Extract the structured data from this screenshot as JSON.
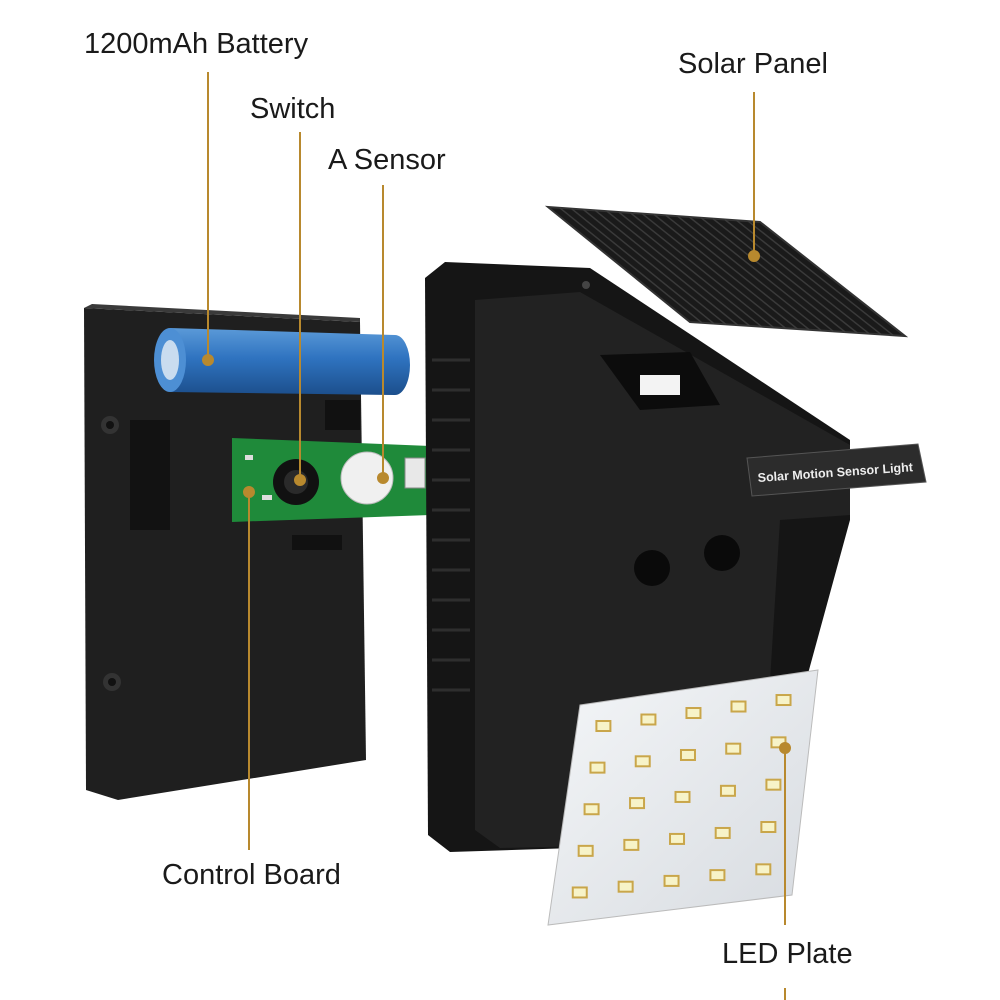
{
  "labels": {
    "battery": "1200mAh Battery",
    "switch": "Switch",
    "sensor": "A Sensor",
    "solar_panel": "Solar Panel",
    "control_board": "Control Board",
    "led_plate": "LED Plate"
  },
  "product_label": "Solar Motion Sensor Light",
  "colors": {
    "leader_line": "#b8892e",
    "battery": "#2f73c0",
    "pcb": "#1f8a3a",
    "housing": "#161616",
    "led_plate": "#e9ecef"
  }
}
